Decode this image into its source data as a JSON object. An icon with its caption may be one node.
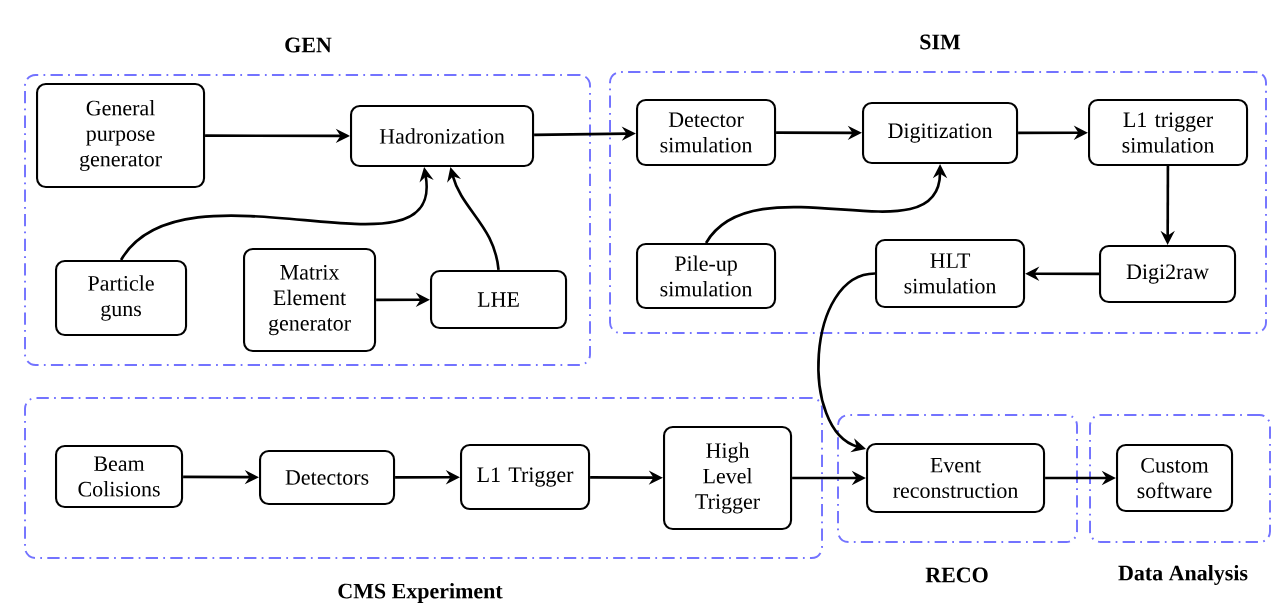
{
  "diagram": {
    "nodes": [
      {
        "text": [
          "GEN"
        ]
      },
      {
        "text": [
          "General purpose generator"
        ],
        "in": 0
      },
      {
        "text": [
          "Hadronization"
        ],
        "in": 0
      },
      {
        "text": [
          "Particle guns"
        ],
        "in": 0
      },
      {
        "text": [
          "Matrix Element generator"
        ],
        "in": 0
      },
      {
        "text": [
          "LHE"
        ],
        "in": 0
      },
      {
        "text": [
          "SIM"
        ]
      },
      {
        "text": [
          "Detector simulation"
        ],
        "in": 6
      },
      {
        "text": [
          "Digitization"
        ],
        "in": 6
      },
      {
        "text": [
          "L1 trigger simulation"
        ],
        "in": 6
      },
      {
        "text": [
          "Pile-up simulation"
        ],
        "in": 6
      },
      {
        "text": [
          "HLT simulation"
        ],
        "in": 6
      },
      {
        "text": [
          "Digi2raw"
        ],
        "in": 6
      },
      {
        "text": [
          "CMS Experiment"
        ]
      },
      {
        "text": [
          "Beam Colisions"
        ],
        "in": 13
      },
      {
        "text": [
          "Detectors"
        ],
        "in": 13
      },
      {
        "text": [
          "L1 Trigger"
        ],
        "in": 13
      },
      {
        "text": [
          "High Level Trigger"
        ],
        "in": 13
      },
      {
        "text": [
          "RECO"
        ]
      },
      {
        "text": [
          "Event reconstruction"
        ],
        "in": 18
      },
      {
        "text": [
          "Data Analysis"
        ]
      },
      {
        "text": [
          "Custom software"
        ],
        "in": 20
      }
    ],
    "edges": [
      {
        "from": 1,
        "to": 2,
        "arrow": "to"
      },
      {
        "from": 3,
        "to": 2,
        "arrow": "to"
      },
      {
        "from": 4,
        "to": 5,
        "arrow": "to"
      },
      {
        "from": 5,
        "to": 2,
        "arrow": "to"
      },
      {
        "from": 2,
        "to": 7,
        "arrow": "to"
      },
      {
        "from": 7,
        "to": 8,
        "arrow": "to"
      },
      {
        "from": 10,
        "to": 8,
        "arrow": "to"
      },
      {
        "from": 8,
        "to": 9,
        "arrow": "to"
      },
      {
        "from": 9,
        "to": 12,
        "arrow": "to"
      },
      {
        "from": 12,
        "to": 11,
        "arrow": "to"
      },
      {
        "from": 11,
        "to": 19,
        "arrow": "to"
      },
      {
        "from": 14,
        "to": 15,
        "arrow": "to"
      },
      {
        "from": 15,
        "to": 16,
        "arrow": "to"
      },
      {
        "from": 16,
        "to": 17,
        "arrow": "to"
      },
      {
        "from": 17,
        "to": 19,
        "arrow": "to"
      },
      {
        "from": 19,
        "to": 21,
        "arrow": "to"
      }
    ]
  }
}
